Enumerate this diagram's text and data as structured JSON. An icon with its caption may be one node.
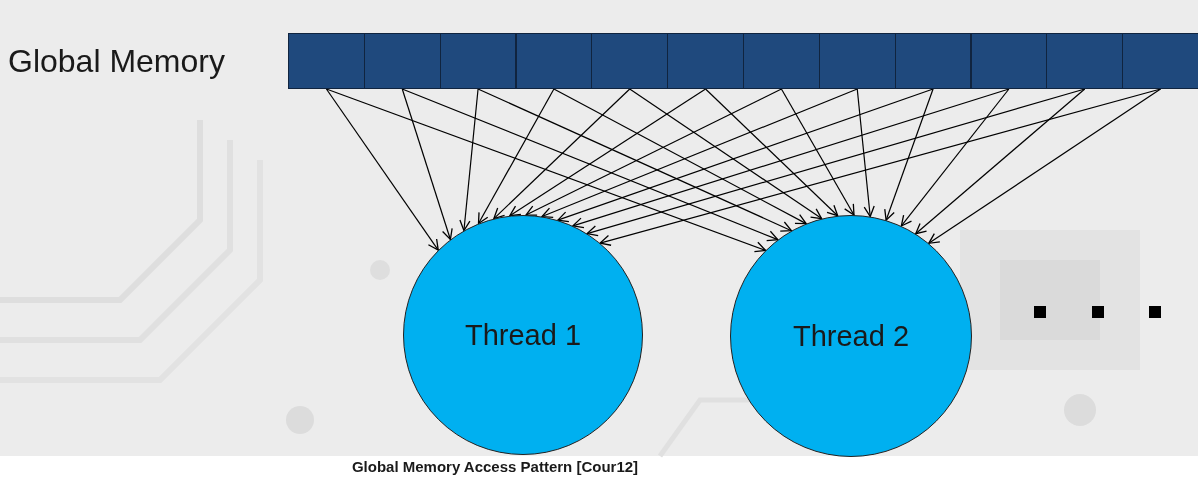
{
  "diagram": {
    "caption": "Global Memory Access Pattern [Cour12]",
    "nodes": [
      {
        "text": [
          "Global Memory"
        ]
      },
      {
        "text": [],
        "shape": "box",
        "in": 0
      },
      {
        "text": [],
        "shape": "box",
        "in": 0
      },
      {
        "text": [],
        "shape": "box",
        "in": 0
      },
      {
        "text": [],
        "shape": "box",
        "in": 0
      },
      {
        "text": [],
        "shape": "box",
        "in": 0
      },
      {
        "text": [],
        "shape": "box",
        "in": 0
      },
      {
        "text": [],
        "shape": "box",
        "in": 0
      },
      {
        "text": [],
        "shape": "box",
        "in": 0
      },
      {
        "text": [],
        "shape": "box",
        "in": 0
      },
      {
        "text": [],
        "shape": "box",
        "in": 0
      },
      {
        "text": [],
        "shape": "box",
        "in": 0
      },
      {
        "text": [],
        "shape": "box",
        "in": 0
      },
      {
        "text": [
          "Thread 1"
        ]
      },
      {
        "text": [
          "Thread 2"
        ]
      }
    ],
    "edges": [
      {
        "from": 1,
        "to": 13,
        "arrow": "to"
      },
      {
        "from": 1,
        "to": 14,
        "arrow": "to"
      },
      {
        "from": 2,
        "to": 13,
        "arrow": "to"
      },
      {
        "from": 2,
        "to": 14,
        "arrow": "to"
      },
      {
        "from": 3,
        "to": 13,
        "arrow": "to"
      },
      {
        "from": 3,
        "to": 14,
        "arrow": "to"
      },
      {
        "from": 4,
        "to": 13,
        "arrow": "to"
      },
      {
        "from": 4,
        "to": 14,
        "arrow": "to"
      },
      {
        "from": 5,
        "to": 13,
        "arrow": "to"
      },
      {
        "from": 5,
        "to": 14,
        "arrow": "to"
      },
      {
        "from": 6,
        "to": 13,
        "arrow": "to"
      },
      {
        "from": 6,
        "to": 14,
        "arrow": "to"
      },
      {
        "from": 7,
        "to": 13,
        "arrow": "to"
      },
      {
        "from": 7,
        "to": 14,
        "arrow": "to"
      },
      {
        "from": 8,
        "to": 13,
        "arrow": "to"
      },
      {
        "from": 8,
        "to": 14,
        "arrow": "to"
      },
      {
        "from": 9,
        "to": 13,
        "arrow": "to"
      },
      {
        "from": 9,
        "to": 14,
        "arrow": "to"
      },
      {
        "from": 10,
        "to": 13,
        "arrow": "to"
      },
      {
        "from": 10,
        "to": 14,
        "arrow": "to"
      },
      {
        "from": 11,
        "to": 13,
        "arrow": "to"
      },
      {
        "from": 11,
        "to": 14,
        "arrow": "to"
      },
      {
        "from": 12,
        "to": 13,
        "arrow": "to"
      },
      {
        "from": 12,
        "to": 14,
        "arrow": "to"
      }
    ]
  }
}
